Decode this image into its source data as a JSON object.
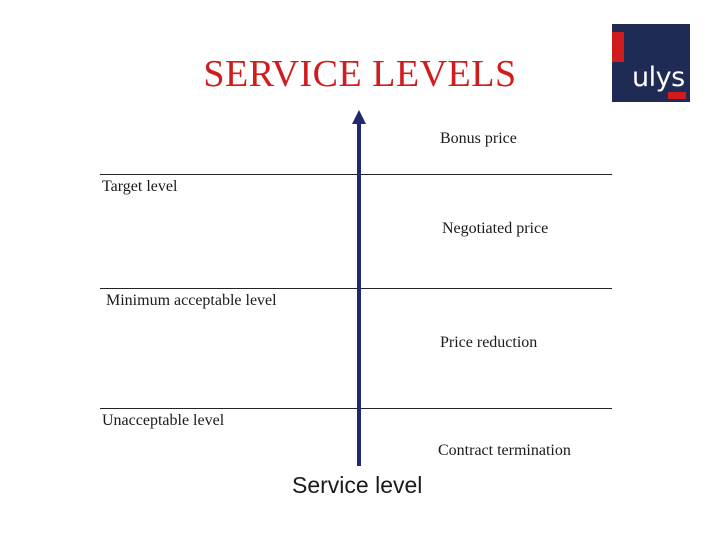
{
  "slide": {
    "title": "SERVICE LEVELS",
    "logo": {
      "text": "ulys",
      "accent_color": "#d01c1c",
      "background_color": "#1f2a55"
    }
  },
  "diagram": {
    "axis_label": "Service level",
    "axis_color": "#1f2a6e",
    "levels": [
      {
        "label": "Target level"
      },
      {
        "label": "Minimum acceptable level"
      },
      {
        "label": "Unacceptable level"
      }
    ],
    "outcomes": [
      {
        "label": "Bonus price"
      },
      {
        "label": "Negotiated price"
      },
      {
        "label": "Price reduction"
      },
      {
        "label": "Contract termination"
      }
    ]
  }
}
